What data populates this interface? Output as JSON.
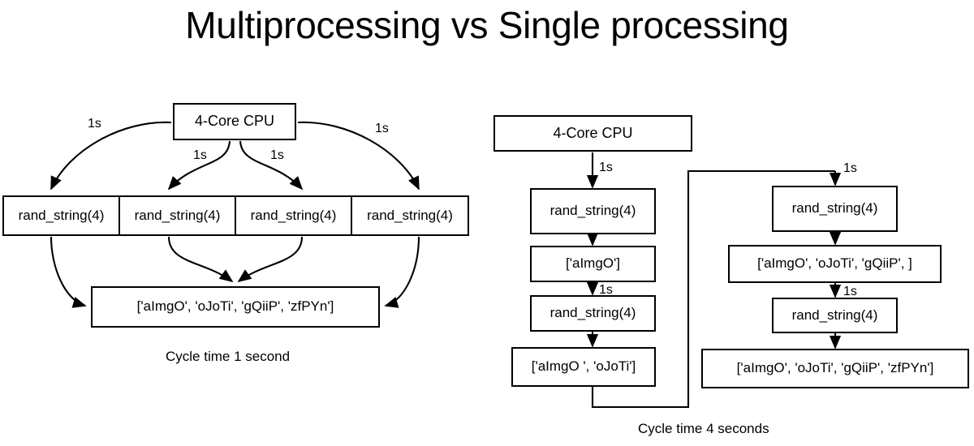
{
  "page": {
    "title": "Multiprocessing vs Single processing",
    "background_color": "#ffffff",
    "stroke_color": "#000000",
    "text_color": "#000000"
  },
  "left_diagram": {
    "name": "multiprocessing",
    "cpu": {
      "label": "4-Core CPU"
    },
    "workers": [
      {
        "label": "rand_string(4)"
      },
      {
        "label": "rand_string(4)"
      },
      {
        "label": "rand_string(4)"
      },
      {
        "label": "rand_string(4)"
      }
    ],
    "result": {
      "label": "['aImgO', 'oJoTi', 'gQiiP', 'zfPYn']"
    },
    "edge_labels": [
      {
        "text": "1s"
      },
      {
        "text": "1s"
      },
      {
        "text": "1s"
      },
      {
        "text": "1s"
      }
    ],
    "caption": "Cycle time 1 second"
  },
  "right_diagram": {
    "name": "single-processing",
    "cpu": {
      "label": "4-Core CPU"
    },
    "column_one": [
      {
        "label": "rand_string(4)"
      },
      {
        "label": "['aImgO']"
      },
      {
        "label": "rand_string(4)"
      },
      {
        "label": "['aImgO ', 'oJoTi']"
      }
    ],
    "column_two": [
      {
        "label": "rand_string(4)"
      },
      {
        "label": "['aImgO', 'oJoTi', 'gQiiP', ]"
      },
      {
        "label": "rand_string(4)"
      },
      {
        "label": "['aImgO', 'oJoTi', 'gQiiP', 'zfPYn']"
      }
    ],
    "edge_labels": [
      {
        "text": "1s"
      },
      {
        "text": "1s"
      },
      {
        "text": "1s"
      },
      {
        "text": "1s"
      }
    ],
    "caption": "Cycle time 4 seconds"
  }
}
